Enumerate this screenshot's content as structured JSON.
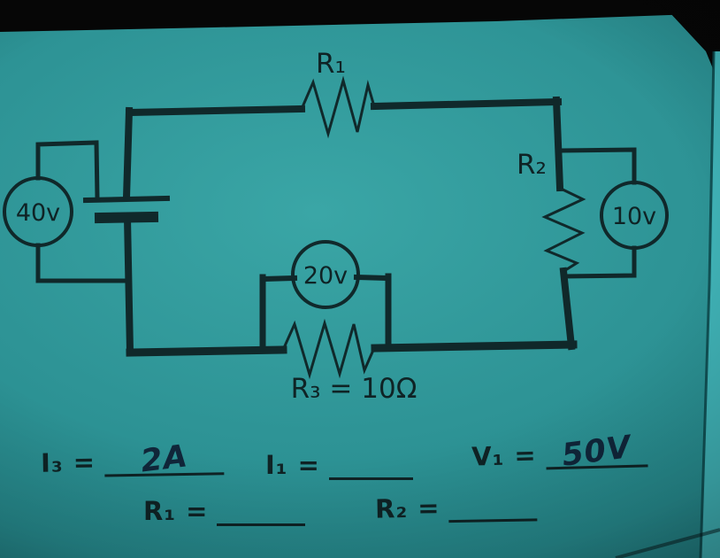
{
  "colors": {
    "paper": "#2e9496",
    "paper_bright": "#3aa6a6",
    "paper_dark": "#1a696e",
    "ink": "#0f2325",
    "handwriting_ink": "#10263a",
    "photo_edge": "#060606",
    "side_strip": "#3fb1b5"
  },
  "circuit": {
    "r1_label": "R₁",
    "r2_label": "R₂",
    "r3_label": "R₃ = 10Ω",
    "meter_left": "40v",
    "meter_right": "10v",
    "meter_middle": "20v"
  },
  "answers": {
    "i3_label": "I₃ =",
    "i3_value": "2A",
    "i1_label": "I₁ =",
    "i1_value": "",
    "v1_label": "V₁ =",
    "v1_value": "50V",
    "r1_label": "R₁ =",
    "r1_value": "",
    "r2_label": "R₂ =",
    "r2_value": ""
  }
}
